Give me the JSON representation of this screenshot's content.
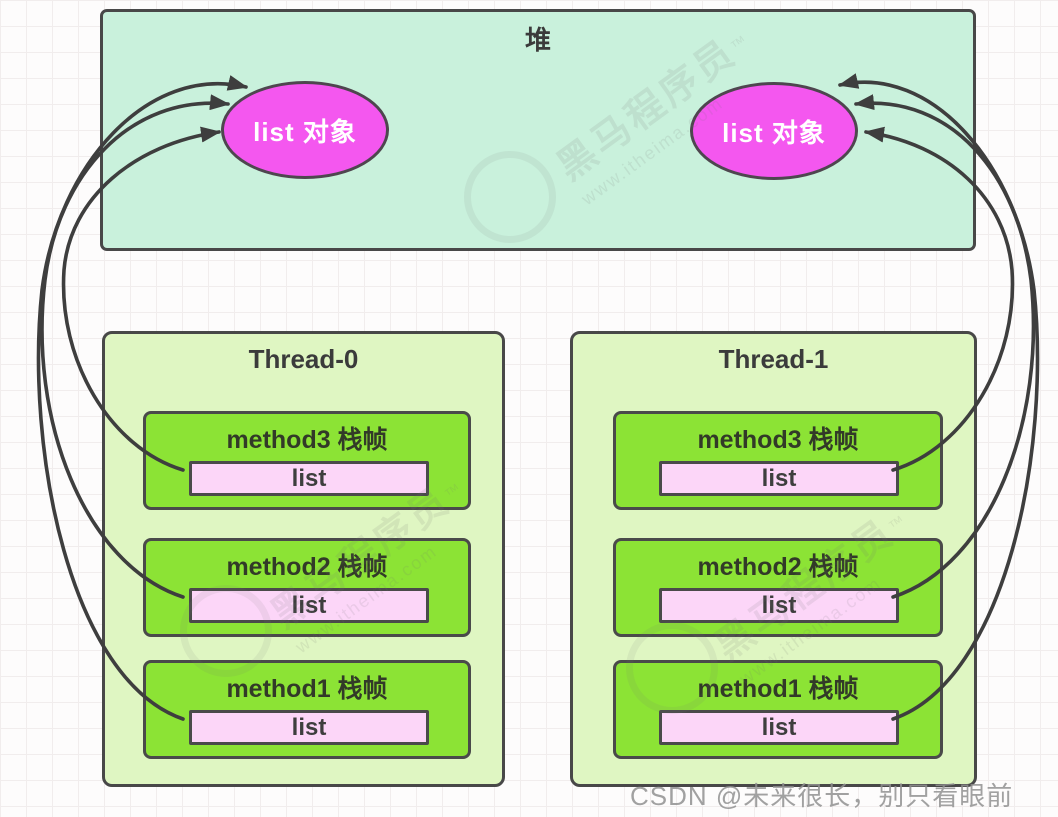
{
  "heap": {
    "title": "堆",
    "objects": [
      {
        "label": "list 对象"
      },
      {
        "label": "list 对象"
      }
    ]
  },
  "threads": [
    {
      "title": "Thread-0",
      "frames": [
        {
          "title": "method3 栈帧",
          "slot": "list"
        },
        {
          "title": "method2 栈帧",
          "slot": "list"
        },
        {
          "title": "method1 栈帧",
          "slot": "list"
        }
      ]
    },
    {
      "title": "Thread-1",
      "frames": [
        {
          "title": "method3 栈帧",
          "slot": "list"
        },
        {
          "title": "method2 栈帧",
          "slot": "list"
        },
        {
          "title": "method1 栈帧",
          "slot": "list"
        }
      ]
    }
  ],
  "watermark": {
    "brand": "黑马程序员",
    "trademark": "™",
    "url": "www.itheima.com"
  },
  "footer": {
    "credit": "CSDN @未来很长，别只看眼前"
  },
  "colors": {
    "heap_fill": "#c9f1dc",
    "heap_object_fill": "#f457ef",
    "thread_fill": "#dff6c2",
    "frame_fill": "#8ce335",
    "slot_fill": "#fcd6f8",
    "border": "#484848",
    "arrow": "#3e3e3e"
  }
}
